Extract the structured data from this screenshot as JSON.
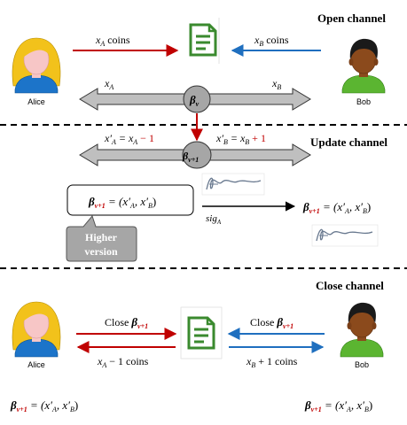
{
  "sections": {
    "open": {
      "title": "Open channel",
      "alice_name": "Alice",
      "bob_name": "Bob",
      "coins_a": "x",
      "coins_a_sub": "A",
      "coins_a_suffix": " coins",
      "coins_b": "x",
      "coins_b_sub": "B",
      "coins_b_suffix": " coins",
      "bar_left": "x",
      "bar_left_sub": "A",
      "bar_right": "x",
      "bar_right_sub": "B",
      "beta": "β",
      "beta_sub": "v"
    },
    "update": {
      "title": "Update channel",
      "xa_prime_eq": "x′",
      "xa_prime_sub": "A",
      "xa_eq_rhs": " = x",
      "xa_rhs_sub": "A",
      "minus_one": " − 1",
      "xb_prime_eq": "x′",
      "xb_prime_sub": "B",
      "xb_eq_rhs": " = x",
      "xb_rhs_sub": "B",
      "plus_one": " + 1",
      "beta": "β",
      "beta_sub": "v+1",
      "state_box_text": " = (x′",
      "state_box_sub_a": "A",
      "state_box_mid": ", x′",
      "state_box_sub_b": "B",
      "state_box_end": ")",
      "sig_label": "sig",
      "sig_sub": "A",
      "callout_line1": "Higher",
      "callout_line2": "version"
    },
    "close": {
      "title": "Close channel",
      "close_left": "Close ",
      "close_right": "Close ",
      "beta": "β",
      "beta_sub": "v+1",
      "coins_left": "x",
      "coins_left_sub": "A",
      "coins_left_suffix": " − 1 coins",
      "coins_right": "x",
      "coins_right_sub": "B",
      "coins_right_suffix": " + 1 coins",
      "alice_name": "Alice",
      "bob_name": "Bob",
      "state_eq": " = (x′",
      "state_sub_a": "A",
      "state_mid": ", x′",
      "state_sub_b": "B",
      "state_end": ")"
    }
  },
  "colors": {
    "red_arrow": "#c00000",
    "blue_arrow": "#1f6fbf",
    "doc_green": "#3a8a2e",
    "bar_gray": "#bfbfbf",
    "callout_gray": "#a6a6a6",
    "accent_red": "#c00000"
  }
}
